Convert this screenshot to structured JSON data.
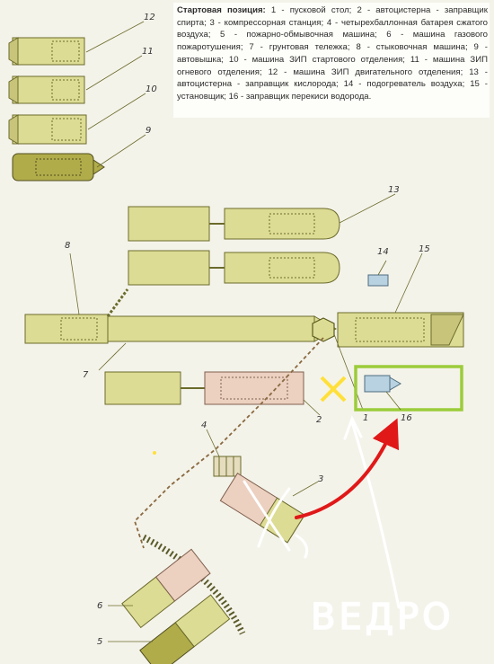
{
  "caption": {
    "heading": "Стартовая позиция:",
    "body": "1 - пусковой стол; 2 - автоцистерна - заправщик спирта; 3 - компрессорная станция; 4 - четырехбаллонная батарея сжатого воздуха; 5 - пожарно-обмывочная машина; 6 - машина газового пожаротушения; 7 - грунтовая тележка; 8 - стыковочная машина; 9 - автовышка; 10 - машина ЗИП стартового отделения; 11 - машина ЗИП огневого отделения; 12 - машина ЗИП двигательного отделения; 13 - автоцистерна - заправщик кислорода; 14 - подогреватель воздуха; 15 - установщик; 16 - заправщик перекиси водорода."
  },
  "labels": {
    "n1": "1",
    "n2": "2",
    "n3": "3",
    "n4": "4",
    "n5": "5",
    "n6": "6",
    "n7": "7",
    "n8": "8",
    "n9": "9",
    "n10": "10",
    "n11": "11",
    "n12": "12",
    "n13": "13",
    "n14": "14",
    "n15": "15",
    "n16": "16"
  },
  "annotation": {
    "handwritten_text": "ВЕДРО",
    "cross_mark": "X"
  },
  "colors": {
    "vehicle_fill": "#dcdc94",
    "vehicle_stroke": "#6b6b2c",
    "olive_dark": "#b0ac4a",
    "tanker_pink": "#ecd0c0",
    "highlight_green": "#9bcc3a",
    "cross_yellow": "#ffe03a",
    "arrow_red": "#e01818",
    "ink_white": "#ffffff",
    "dashed_cable": "#8a6a40"
  }
}
